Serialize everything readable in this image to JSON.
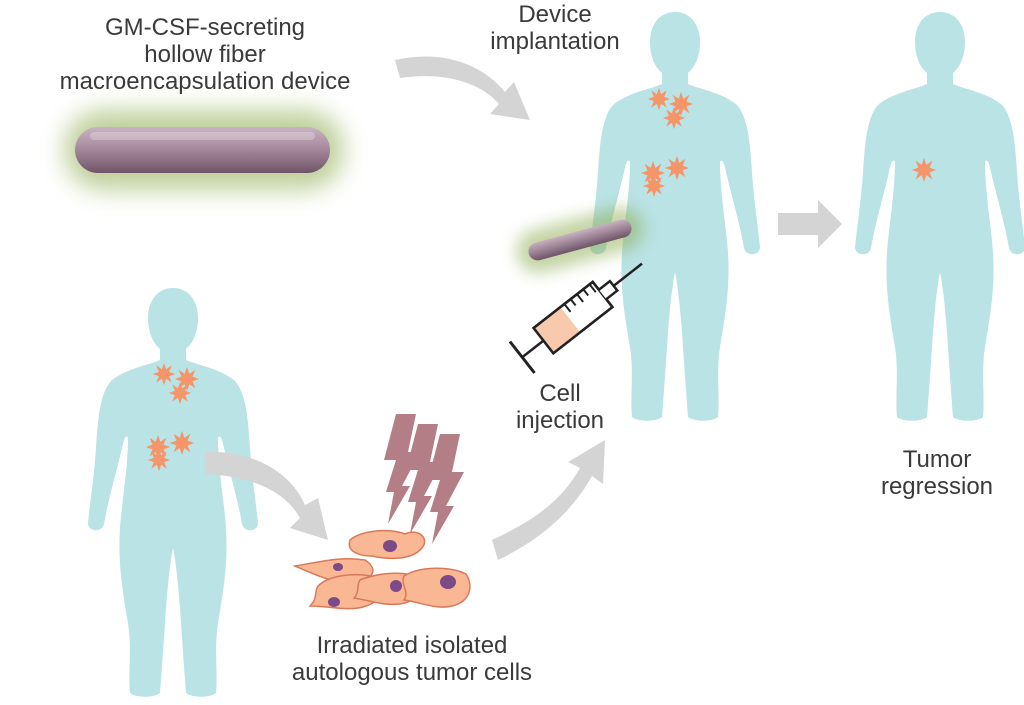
{
  "labels": {
    "device": [
      "GM-CSF-secreting",
      "hollow fiber",
      "macroencapsulation device"
    ],
    "implantation": [
      "Device",
      "implantation"
    ],
    "injection": [
      "Cell",
      "injection"
    ],
    "regression": [
      "Tumor",
      "regression"
    ],
    "irradiated": [
      "Irradiated isolated",
      "autologous tumor cells"
    ]
  },
  "colors": {
    "body": "#b9e3e5",
    "tumor": "#f4956a",
    "cell_fill": "#f9b793",
    "cell_outline": "#d9795a",
    "nucleus": "#7c4a87",
    "device": "#a7899d",
    "device_glow": "#8aa94a",
    "arrow": "#d4d4d4",
    "bolt": "#b47e86",
    "syringe_fill": "#f8c9ad",
    "text": "#3a3a3a"
  },
  "icons": [
    "human-body-icon",
    "tumor-icon",
    "device-icon",
    "syringe-icon",
    "lightning-icon",
    "tumor-cell-icon",
    "arrow-icon"
  ]
}
